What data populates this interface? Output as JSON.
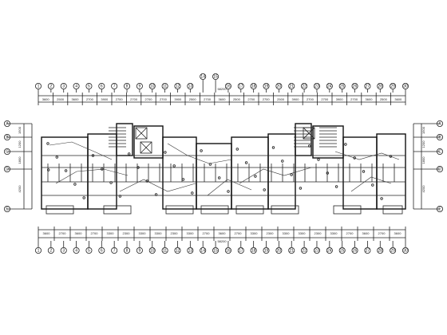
{
  "drawing": {
    "top_axes": [
      "1",
      "2",
      "3",
      "4",
      "5",
      "6",
      "7",
      "8",
      "9",
      "10",
      "11",
      "12",
      "13",
      "14",
      "15",
      "16",
      "17",
      "18",
      "19",
      "20",
      "21",
      "22",
      "23",
      "24",
      "25",
      "26",
      "27",
      "28",
      "29",
      "30"
    ],
    "top_dims": [
      "3600",
      "2500",
      "3600",
      "2700",
      "3900",
      "2700",
      "2700",
      "2700",
      "2700",
      "3900",
      "2500",
      "2700",
      "3600",
      "2500",
      "2700",
      "2700",
      "2500",
      "3900",
      "2700",
      "2700",
      "3900",
      "2700",
      "3600",
      "2500",
      "3600"
    ],
    "bottom_dims": [
      "3600",
      "2700",
      "3600",
      "2700",
      "3300",
      "2300",
      "3300",
      "3300",
      "2300",
      "3300",
      "2700",
      "3600",
      "2700",
      "3300",
      "2300",
      "3300",
      "3300",
      "2300",
      "3300",
      "2700",
      "3600",
      "2700",
      "3600"
    ],
    "total_top": "58200",
    "total_bottom": "58200",
    "left_axes": [
      "A",
      "B",
      "C",
      "D",
      "E",
      "F"
    ],
    "right_axes": [
      "A",
      "B",
      "C",
      "D",
      "E",
      "F"
    ],
    "side_dims": [
      "1500",
      "1200",
      "1800",
      "4200"
    ]
  }
}
